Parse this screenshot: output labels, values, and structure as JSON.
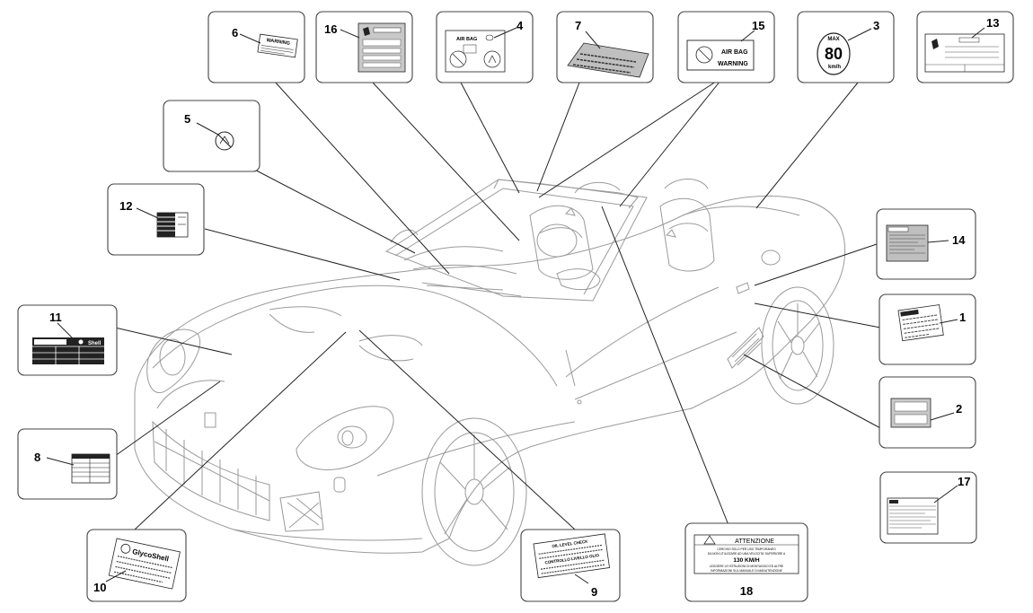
{
  "callouts": {
    "c1": "1",
    "c2": "2",
    "c3": "3",
    "c4": "4",
    "c5": "5",
    "c6": "6",
    "c7": "7",
    "c8": "8",
    "c9": "9",
    "c10": "10",
    "c11": "11",
    "c12": "12",
    "c13": "13",
    "c14": "14",
    "c15": "15",
    "c16": "16",
    "c17": "17",
    "c18": "18"
  },
  "labels": {
    "warning": "WARNING",
    "airbag_small": "AIR BAG",
    "airbag": "AIR BAG",
    "airbag_warning": "WARNING",
    "max": "MAX",
    "speed": "80",
    "speed_unit": "km/h",
    "shell": "Shell",
    "glycoshell": "GlycoShell",
    "oil_check": "OIL LEVEL CHECK",
    "oil_controllo": "CONTROLLO LIVELLO OLIO",
    "attenzione": "ATTENZIONE",
    "attenzione_line1": "CERCHIO SOLO PER USO TEMPORANEO",
    "attenzione_line2": "DA NON UTILIZZARE AD UNA VELOCITA' SUPERIORE A",
    "attenzione_speed": "130 KM/H",
    "attenzione_line3": "LEGGERE LE ISTRUZIONI DI MONTAGGIO ED ALTRE",
    "attenzione_line4": "INFORMAZIONI SUL MANUALE DI MANUTENZIONE"
  },
  "colors": {
    "line": "#222222",
    "car": "#9a9a9a",
    "box": "#444444",
    "label_gray": "#bfbfbf"
  }
}
